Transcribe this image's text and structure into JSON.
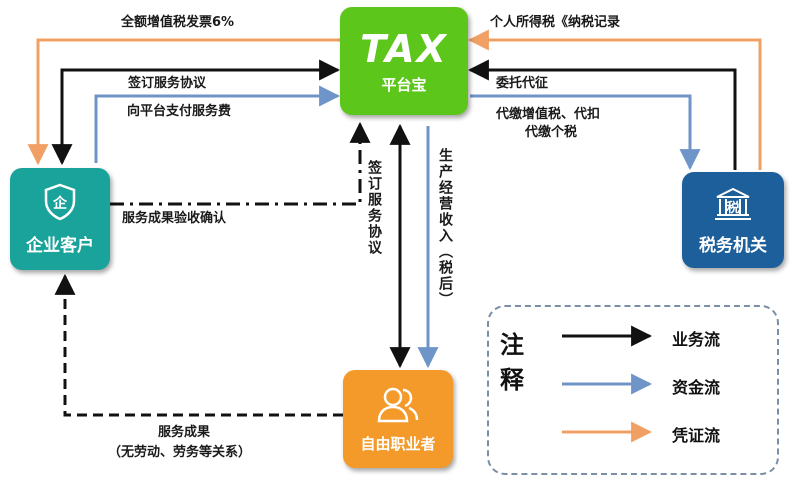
{
  "nodes": {
    "tax_platform": {
      "title": "TAX",
      "subtitle": "平台宝",
      "color": "#5dc61b",
      "icon": "none"
    },
    "enterprise": {
      "label": "企业客户",
      "color": "#1aa39a",
      "icon": "shield-icon"
    },
    "tax_authority": {
      "label": "税务机关",
      "color": "#1d5f9b",
      "icon": "tax-building-icon",
      "icon_glyph": "税"
    },
    "freelancer": {
      "label": "自由职业者",
      "color": "#f39a2b",
      "icon": "people-icon"
    }
  },
  "edges": {
    "vat_invoice": "全额增值税发票6%",
    "sign_service_agreement": "签订服务协议",
    "pay_service_fee": "向平台支付服务费",
    "service_result_acceptance": "服务成果验收确认",
    "sign_service_agreement_vertical": "签订服务协议",
    "operating_income": "生产经营收入（税后）",
    "individual_income_tax": "个人所得税《纳税记录",
    "entrust_collection": "委托代征",
    "withhold_vat_line1": "代缴增值税、代扣",
    "withhold_vat_line2": "代缴个税",
    "service_result": "服务成果",
    "service_result_note": "（无劳动、劳务等关系）"
  },
  "legend": {
    "title_line1": "注",
    "title_line2": "释",
    "items": [
      {
        "label": "业务流",
        "color": "#111111"
      },
      {
        "label": "资金流",
        "color": "#6e94c8"
      },
      {
        "label": "凭证流",
        "color": "#f0a064"
      }
    ]
  },
  "colors": {
    "business": "#111111",
    "funds": "#6e94c8",
    "voucher": "#f0a064"
  }
}
